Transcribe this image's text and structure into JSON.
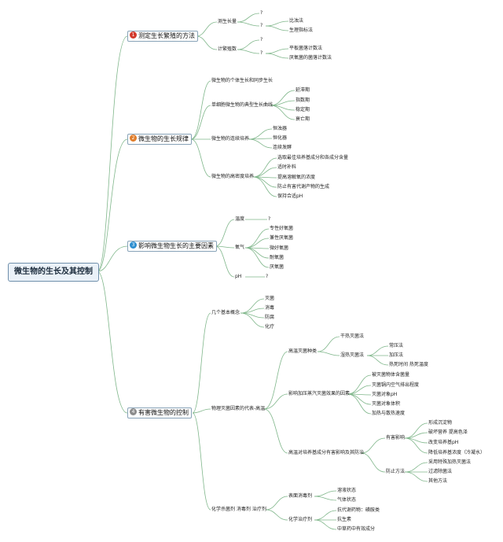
{
  "root": "微生物的生长及其控制",
  "branch1": {
    "title": "测定生长繁殖的方法",
    "num": "1",
    "color": "#d3392c",
    "a": "测生长量",
    "a1": "?",
    "a2": "?",
    "a2x": "比浊法",
    "a2y": "生理指标法",
    "b": "计繁殖数",
    "b1": "?",
    "b2": "?",
    "b2x": "平板菌落计数法",
    "b2y": "厌氧菌的菌落计数法"
  },
  "branch2": {
    "title": "微生物的生长规律",
    "num": "2",
    "color": "#e07d2b",
    "a": "微生物的个体生长和同步生长",
    "b": "单细胞微生物的典型生长曲线",
    "b1": "延滞期",
    "b2": "指数期",
    "b3": "稳定期",
    "b4": "衰亡期",
    "c": "微生物的连续培养",
    "c1": "恒浊器",
    "c2": "恒化器",
    "c3": "连续发酵",
    "d": "微生物的高密度培养",
    "d1": "选取最佳培养基成分和各成分含量",
    "d2": "适时补料",
    "d3": "提高溶解氧的浓度",
    "d4": "防止有害代谢产物的生成",
    "d5": "保持合适pH"
  },
  "branch3": {
    "title": "影响微生物生长的主要因素",
    "num": "3",
    "color": "#2e8fd0",
    "a": "温度",
    "a1": "?",
    "b": "氧气",
    "b1": "专性好氧菌",
    "b2": "兼性厌氧菌",
    "b3": "微好氧菌",
    "b4": "耐氧菌",
    "b5": "厌氧菌",
    "c": "pH",
    "c1": "?"
  },
  "branch4": {
    "title": "有害微生物的控制",
    "num": "4",
    "color": "#8c8c8c",
    "a": "几个基本概念",
    "a1": "灭菌",
    "a2": "消毒",
    "a3": "防腐",
    "a4": "化疗",
    "b": "物理灭菌因素的代表-高温",
    "b1": "高温灭菌种类",
    "b11": "干热灭菌法",
    "b12": "湿热灭菌法",
    "b121": "常压法",
    "b122": "加压法",
    "b123": "热死时间 热死温度",
    "b2": "影响加压蒸汽灭菌效果的因素",
    "b21": "被灭菌物体含菌量",
    "b22": "灭菌锅内空气排出程度",
    "b23": "灭菌对象pH",
    "b24": "灭菌对象体积",
    "b25": "加热与散热速度",
    "b3": "高温对培养基成分有害影响及其防治",
    "b31": "有害影响",
    "b311": "形成沉淀物",
    "b312": "破坏营养 提高色泽",
    "b313": "改变培养基pH",
    "b314": "降低培养基浓度（冷凝水）",
    "b32": "防止方法",
    "b321": "采用特殊加热灭菌法",
    "b322": "过滤除菌法",
    "b323": "其他方法",
    "c": "化学杀菌剂 消毒剂 治疗剂",
    "c1": "表面消毒剂",
    "c11": "溶液状态",
    "c12": "气体状态",
    "c2": "化学治疗剂",
    "c21": "抗代谢药物：磺胺类",
    "c22": "抗生素",
    "c23": "中草药中有效成分"
  }
}
